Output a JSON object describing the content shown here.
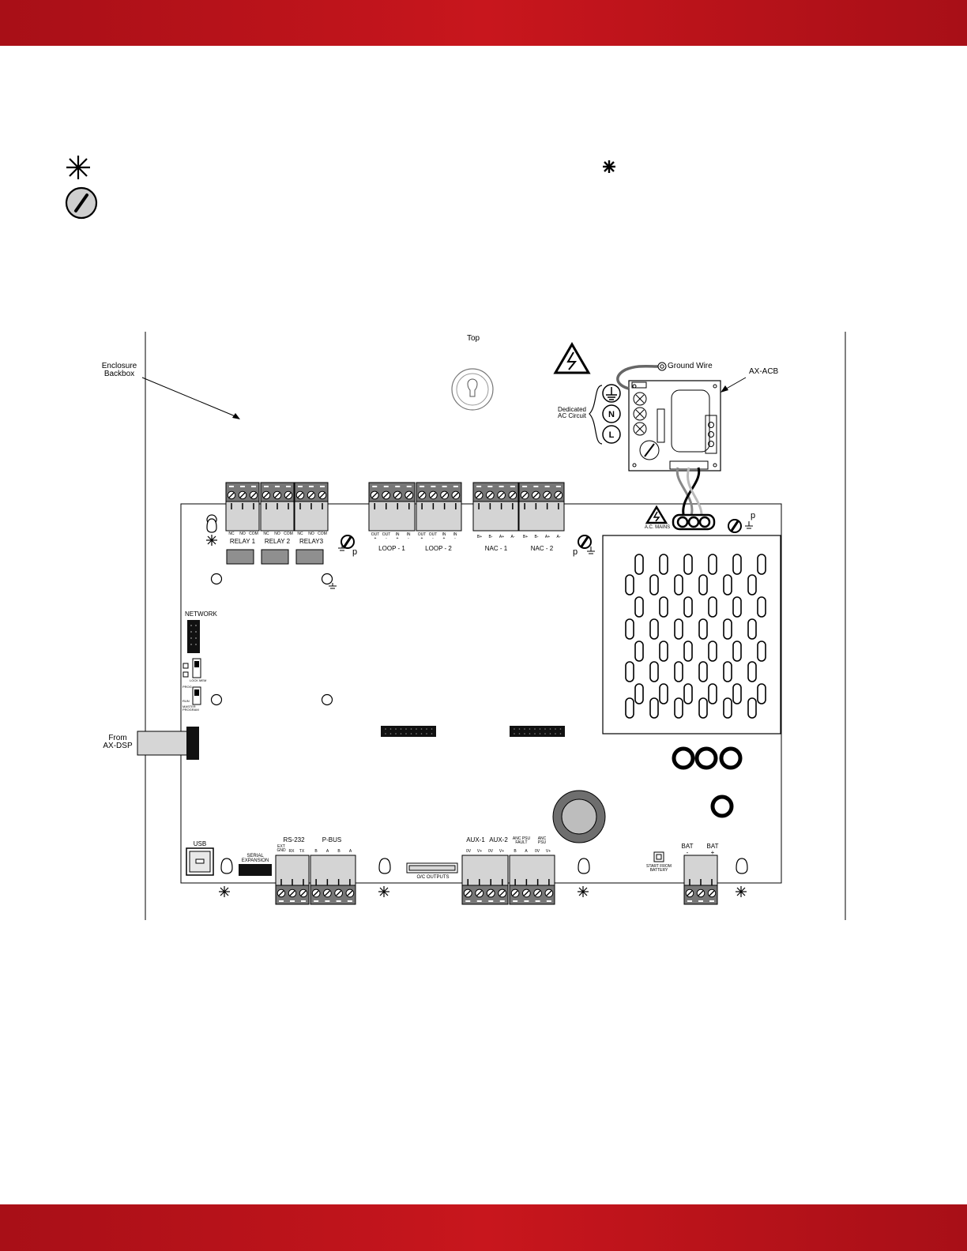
{
  "colors": {
    "band_red": "#c8161d",
    "band_dark": "#a80f17",
    "board_line": "#000000",
    "terminal_fill": "#d4d4d4"
  },
  "labels": {
    "enclosure": "Enclosure\nBackbox",
    "top": "Top",
    "ground_wire": "Ground Wire",
    "ax_acb": "AX-ACB",
    "dedicated_ac": "Dedicated\nAC Circuit",
    "mains": "A.C. MAINS",
    "network": "NETWORK",
    "lock_mem": "LOCK MEM",
    "prog": "PROG",
    "run": "RUN",
    "master_program": "MASTER\nPROGRAM",
    "from_ax_dsp": "From\nAX-DSP",
    "usb": "USB",
    "serial_expansion": "SERIAL\nEXPANSION",
    "rs232": "RS-232",
    "p_bus": "P-BUS",
    "oc_outputs": "O/C OUTPUTS",
    "aux1": "AUX-1",
    "aux2": "AUX-2",
    "anc_psu_fault": "ANC PSU\nFAULT",
    "anc_psu": "ANC\nPSU",
    "start_from_battery": "START FROM\nBATTERY",
    "bat_neg": "BAT\n-",
    "bat_pos": "BAT\n+",
    "ground_p": "p"
  },
  "relays": [
    {
      "name": "RELAY 1",
      "pins": [
        "NC",
        "NO",
        "COM"
      ]
    },
    {
      "name": "RELAY 2",
      "pins": [
        "NC",
        "NO",
        "COM"
      ]
    },
    {
      "name": "RELAY3",
      "pins": [
        "NC",
        "NO",
        "COM"
      ]
    }
  ],
  "loops": [
    {
      "name": "LOOP - 1",
      "pins": [
        "OUT\n+",
        "OUT\n-",
        "IN\n+",
        "IN\n-"
      ]
    },
    {
      "name": "LOOP - 2",
      "pins": [
        "OUT\n+",
        "OUT\n-",
        "IN\n+",
        "IN\n-"
      ]
    }
  ],
  "nacs": [
    {
      "name": "NAC - 1",
      "pins": [
        "B+",
        "B-",
        "A+",
        "A-"
      ]
    },
    {
      "name": "NAC - 2",
      "pins": [
        "B+",
        "B-",
        "A+",
        "A-"
      ]
    }
  ],
  "rs232_pins": [
    "EXT\nGND",
    "RX",
    "TX"
  ],
  "pbus_pins": [
    "B",
    "A",
    "B",
    "A"
  ],
  "aux_pins": [
    "0V",
    "V+",
    "0V",
    "V+"
  ],
  "anc_pins": [
    "B",
    "A",
    "0V",
    "V+"
  ],
  "legend": {
    "star_icon": "asterisk-icon",
    "screw_icon": "screw-icon"
  }
}
